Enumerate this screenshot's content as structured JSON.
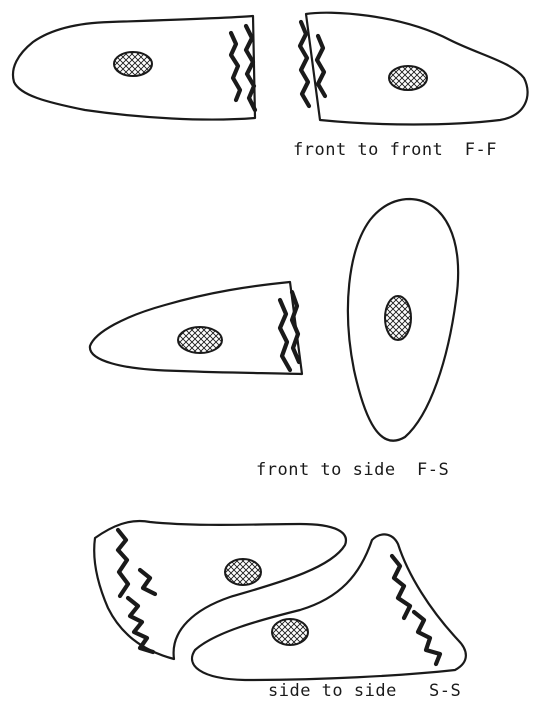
{
  "panels": [
    {
      "id": "front-front",
      "caption": "front to front  F-F"
    },
    {
      "id": "front-side",
      "caption": "front to side  F-S"
    },
    {
      "id": "side-side",
      "caption": "side to side   S-S"
    }
  ]
}
